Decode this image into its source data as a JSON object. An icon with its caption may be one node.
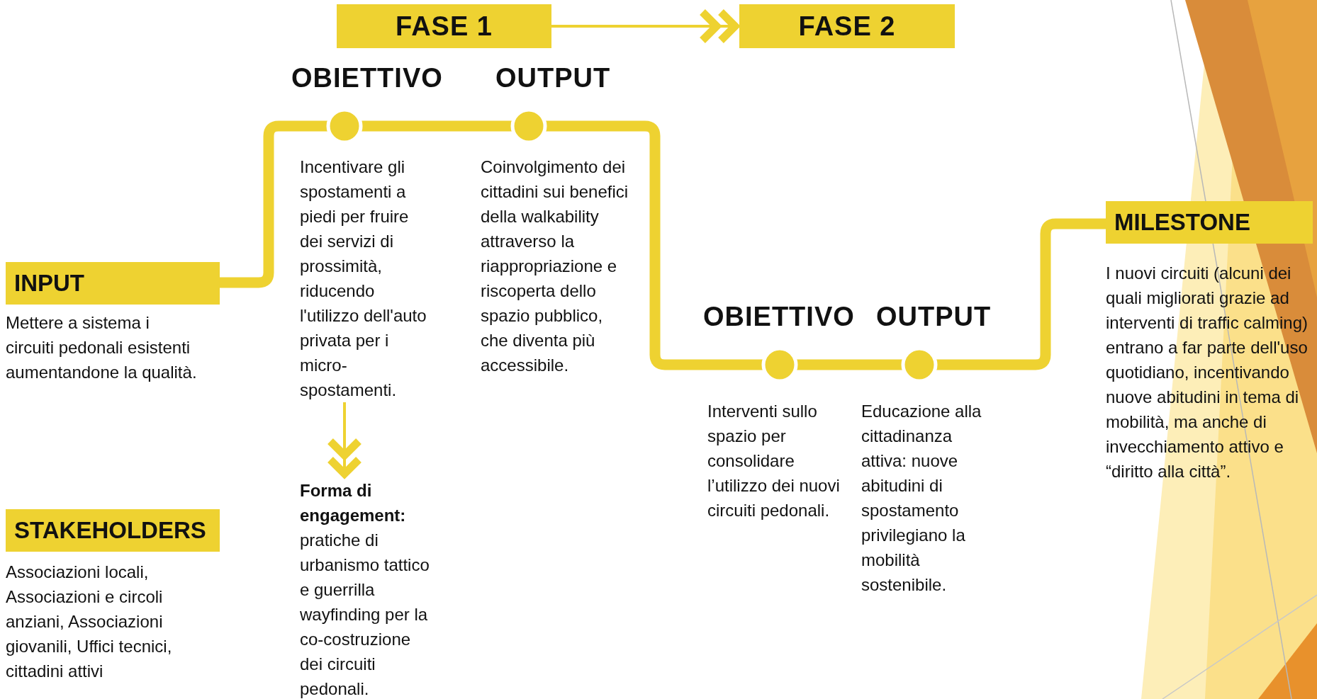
{
  "diagram": {
    "nodes": [
      {
        "text": [
          "FASE 1"
        ]
      },
      {
        "text": [
          "FASE 2"
        ]
      },
      {
        "text": [
          "INPUT",
          "Mettere a sistema i circuiti pedonali esistenti aumentandone la qualità."
        ]
      },
      {
        "text": [
          "OBIETTIVO",
          "Incentivare gli spostamenti a piedi per fruire dei servizi di prossimità, riducendo l'utilizzo dell'auto privata per i micro-spostamenti."
        ]
      },
      {
        "text": [
          "OUTPUT",
          "Coinvolgimento dei cittadini sui benefici della walkability attraverso la riappropriazione e riscoperta dello spazio pubblico, che diventa più accessibile."
        ]
      },
      {
        "text": [
          "**Forma di engagement:** pratiche di urbanismo tattico e guerrilla wayfinding per la co-costruzione dei circuiti pedonali."
        ]
      },
      {
        "text": [
          "OBIETTIVO",
          "Interventi sullo spazio per consolidare l’utilizzo dei nuovi circuiti pedonali."
        ]
      },
      {
        "text": [
          "OUTPUT",
          "Educazione alla cittadinanza attiva: nuove abitudini di spostamento privilegiano la mobilità sostenibile."
        ]
      },
      {
        "text": [
          "MILESTONE",
          "I nuovi circuiti (alcuni dei quali migliorati grazie ad interventi di traffic calming) entrano a far parte dell'uso quotidiano, incentivando nuove abitudini in tema di mobilità, ma anche di invecchiamento attivo e “diritto alla città”."
        ]
      },
      {
        "text": [
          "STAKEHOLDERS",
          "Associazioni locali, Associazioni e circoli anziani, Associazioni giovanili, Uffici tecnici, cittadini attivi"
        ]
      }
    ],
    "edges": [
      {
        "from": 0,
        "to": 1,
        "arrow": "to"
      },
      {
        "from": 2,
        "to": 3,
        "arrow": "none"
      },
      {
        "from": 3,
        "to": 4,
        "arrow": "none"
      },
      {
        "from": 4,
        "to": 6,
        "arrow": "none"
      },
      {
        "from": 6,
        "to": 7,
        "arrow": "none"
      },
      {
        "from": 7,
        "to": 8,
        "arrow": "none"
      },
      {
        "from": 3,
        "to": 5,
        "arrow": "to"
      }
    ]
  }
}
